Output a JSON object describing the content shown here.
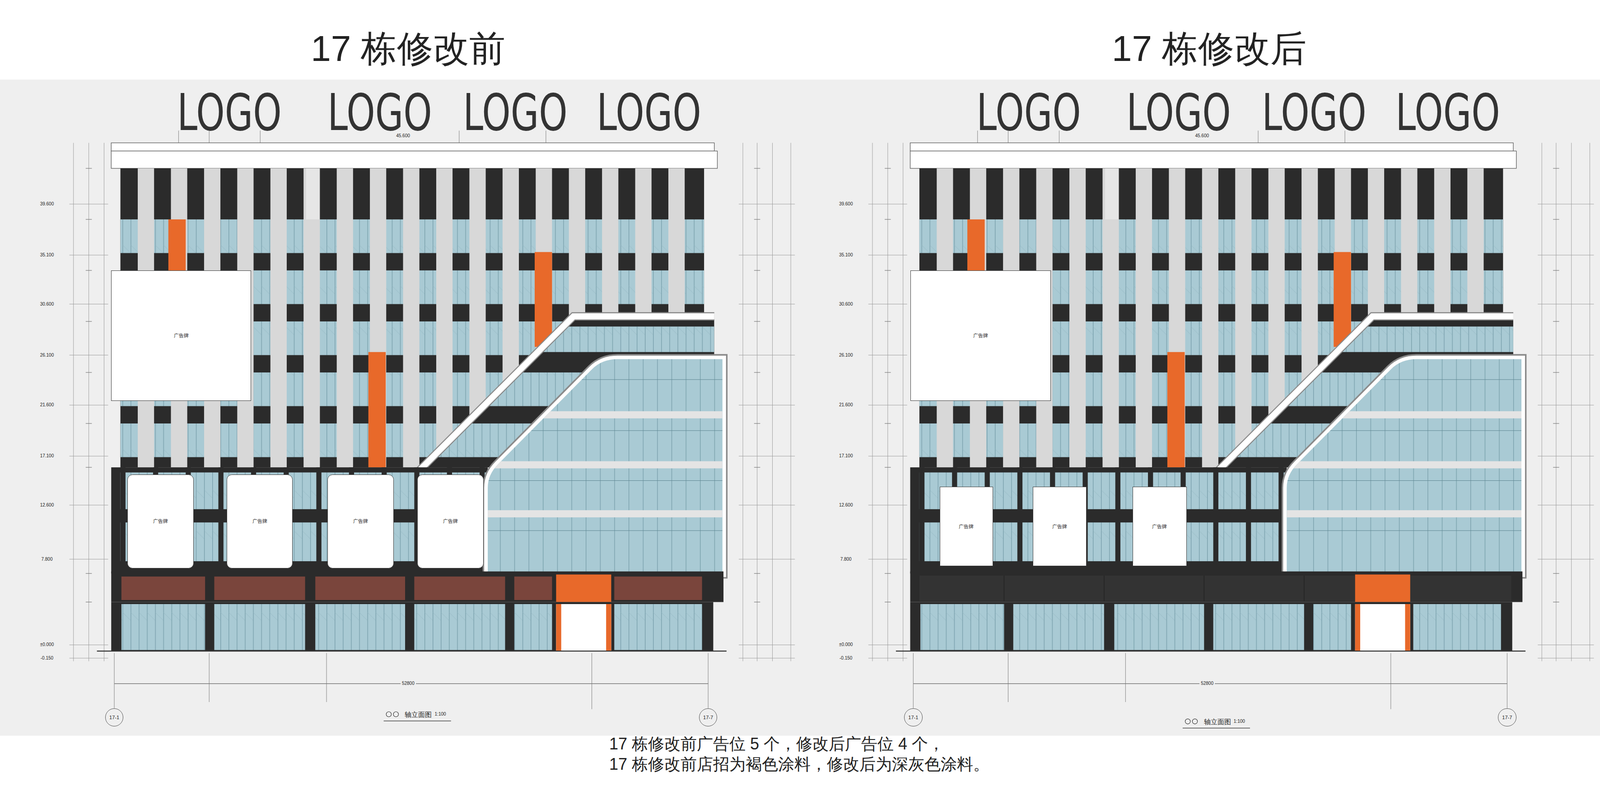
{
  "diagram": {
    "nodes": [
      {
        "text": [
          "广告牌"
        ]
      },
      {
        "text": [
          "广告牌"
        ]
      },
      {
        "text": [
          "广告牌"
        ]
      },
      {
        "text": [
          "广告牌"
        ]
      },
      {
        "text": [
          "广告牌"
        ]
      },
      {
        "text": [
          "广告牌"
        ]
      },
      {
        "text": [
          "广告牌"
        ]
      },
      {
        "text": [
          "广告牌"
        ]
      },
      {
        "text": [
          "广告牌"
        ]
      },
      {
        "text": [
          "17-1"
        ]
      },
      {
        "text": [
          "17-7"
        ]
      },
      {
        "text": [
          "17-1"
        ]
      },
      {
        "text": [
          "17-7"
        ]
      }
    ],
    "labels": [
      "17 栋修改前",
      "17 栋修改后",
      "LOGO",
      "LOGO",
      "LOGO",
      "LOGO",
      "LOGO",
      "LOGO",
      "LOGO",
      "LOGO",
      "45.600",
      "45.600",
      "39.600",
      "35.100",
      "30.600",
      "26.100",
      "21.600",
      "17.100",
      "12.600",
      "7.800",
      "±0.000",
      "-0.150",
      "39.600",
      "35.100",
      "30.600",
      "26.100",
      "21.600",
      "17.100",
      "12.600",
      "7.800",
      "±0.000",
      "-0.150",
      "52800",
      "52800",
      "轴立面图",
      "1:100",
      "轴立面图",
      "1:100",
      "17 栋修改前广告位 5 个，修改后广告位 4 个，",
      "17 栋修改前店招为褐色涂料，修改后为深灰色涂料。"
    ]
  }
}
